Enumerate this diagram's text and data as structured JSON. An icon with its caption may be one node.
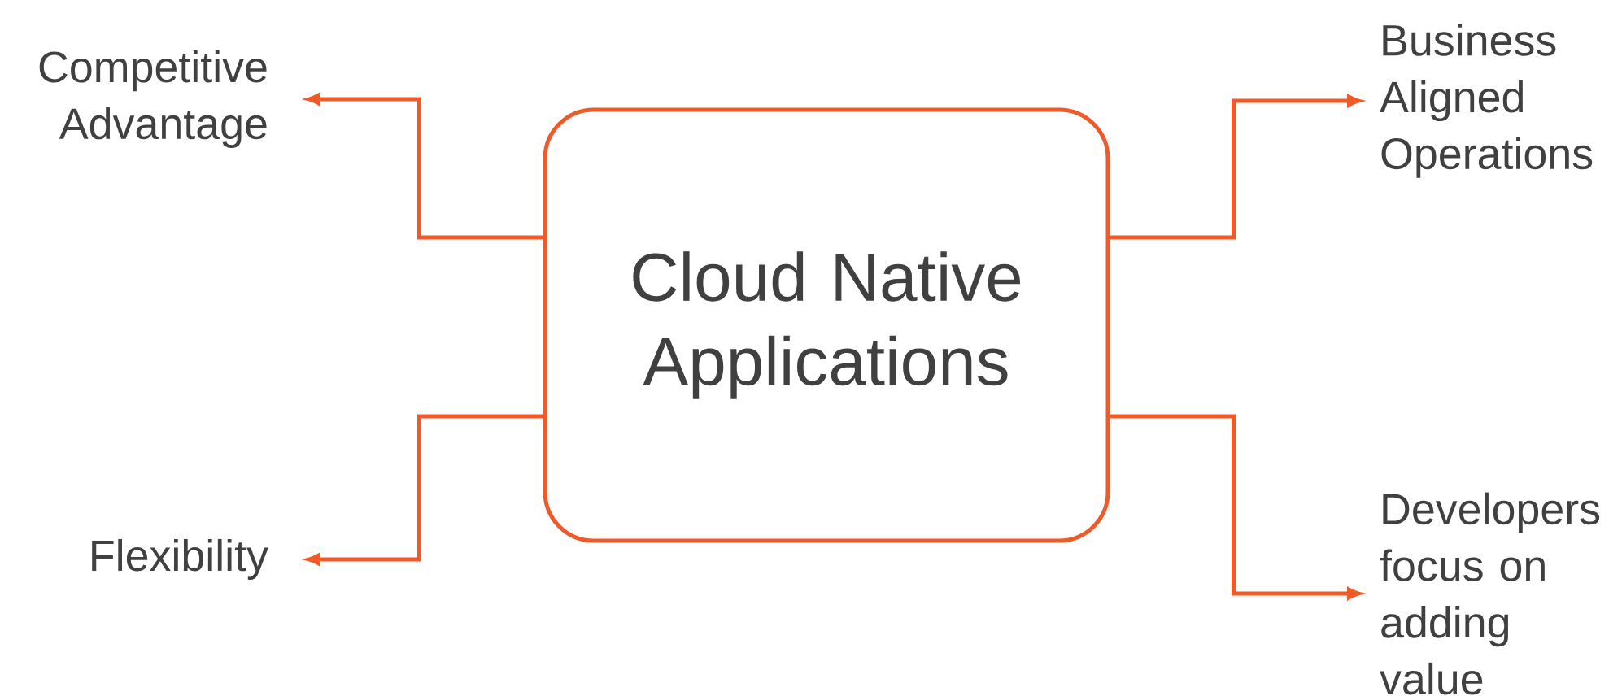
{
  "diagram": {
    "nodes": [
      {
        "text": [
          "Cloud Native Applications"
        ]
      },
      {
        "text": [
          "Competitive Advantage"
        ]
      },
      {
        "text": [
          "Flexibility"
        ]
      },
      {
        "text": [
          "Business Aligned Operations"
        ]
      },
      {
        "text": [
          "Developers focus on adding value"
        ]
      }
    ],
    "edges": [
      {
        "from": 0,
        "to": 1,
        "arrow": "to"
      },
      {
        "from": 0,
        "to": 2,
        "arrow": "to"
      },
      {
        "from": 0,
        "to": 3,
        "arrow": "to"
      },
      {
        "from": 0,
        "to": 4,
        "arrow": "to"
      }
    ]
  }
}
